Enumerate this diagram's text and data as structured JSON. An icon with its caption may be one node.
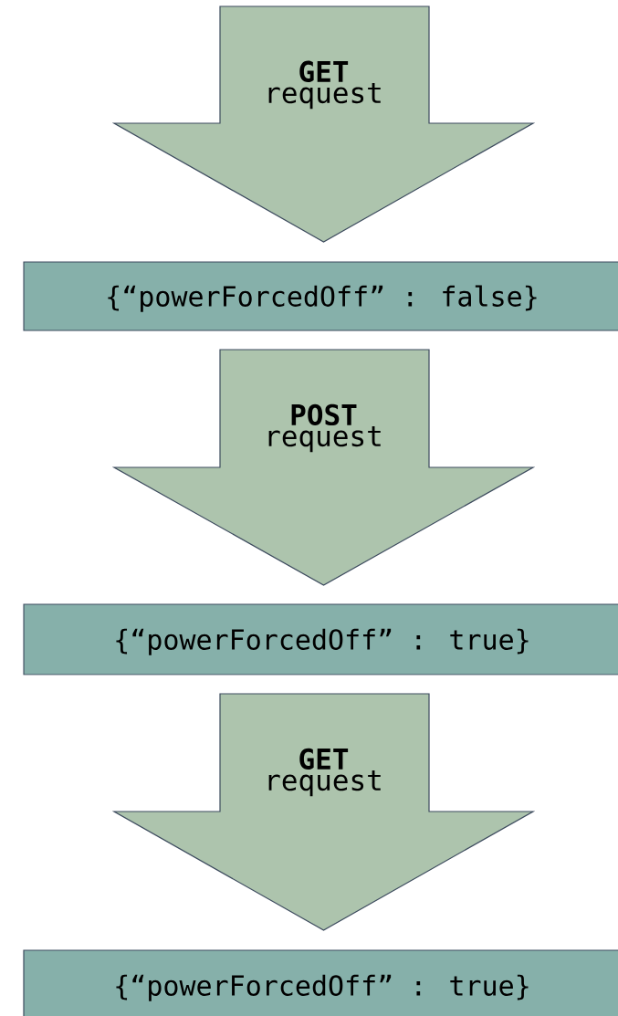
{
  "diagram": {
    "nodes": [
      {
        "text": [
          "GET",
          "request"
        ]
      },
      {
        "text": [
          "{“powerForcedOff” : false}"
        ]
      },
      {
        "text": [
          "POST",
          "request"
        ]
      },
      {
        "text": [
          "{“powerForcedOff” : true}"
        ]
      },
      {
        "text": [
          "GET",
          "request"
        ]
      },
      {
        "text": [
          "{“powerForcedOff” : true}"
        ]
      }
    ]
  }
}
